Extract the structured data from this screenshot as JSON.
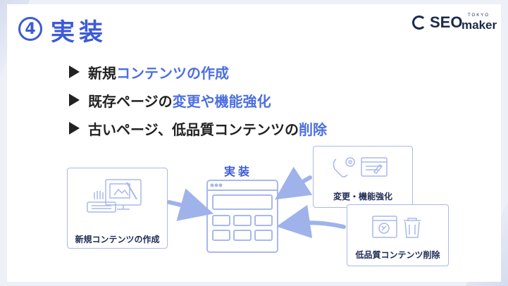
{
  "slide": {
    "number": "4",
    "title": "実装",
    "logo": {
      "seo": "SEO",
      "maker": "maker",
      "tokyo": "TOKYO"
    },
    "bullets": [
      {
        "plain": "新規",
        "highlight": "コンテンツの作成",
        "tail": ""
      },
      {
        "plain": "既存ページの",
        "highlight": "変更や機能強化",
        "tail": ""
      },
      {
        "plain": "古いページ、低品質コンテンツの",
        "highlight": "削除",
        "tail": ""
      }
    ],
    "diagram": {
      "center_label": "実装",
      "left_box_label": "新規コンテンツの作成",
      "top_right_box_label": "変更・機能強化",
      "bottom_right_box_label": "低品質コンテンツ削除"
    },
    "colors": {
      "accent": "#3d5bd4",
      "highlight": "#4c6fe0",
      "line": "#a9b8ec",
      "arrow": "#9fb3ea"
    }
  }
}
